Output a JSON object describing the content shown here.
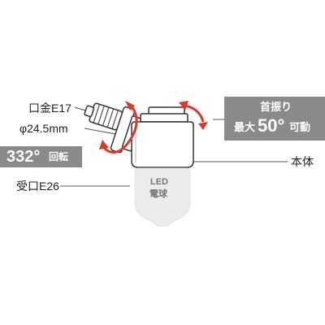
{
  "labels": {
    "cap": "口金E17",
    "diameter": "φ24.5mm",
    "receptacle": "受口E26",
    "body": "本体"
  },
  "rotation_badge": {
    "value": "332°",
    "unit": "回転"
  },
  "swivel_badge": {
    "line1": "首振り",
    "prefix": "最大",
    "value": "50°",
    "suffix": "可動"
  },
  "bulb": {
    "line1": "LED",
    "line2": "電球"
  },
  "colors": {
    "arrow": "#d83a2c",
    "badge": "#8a8a8a",
    "outline": "#333333",
    "leader": "#555555",
    "bulb": "#ececec"
  }
}
